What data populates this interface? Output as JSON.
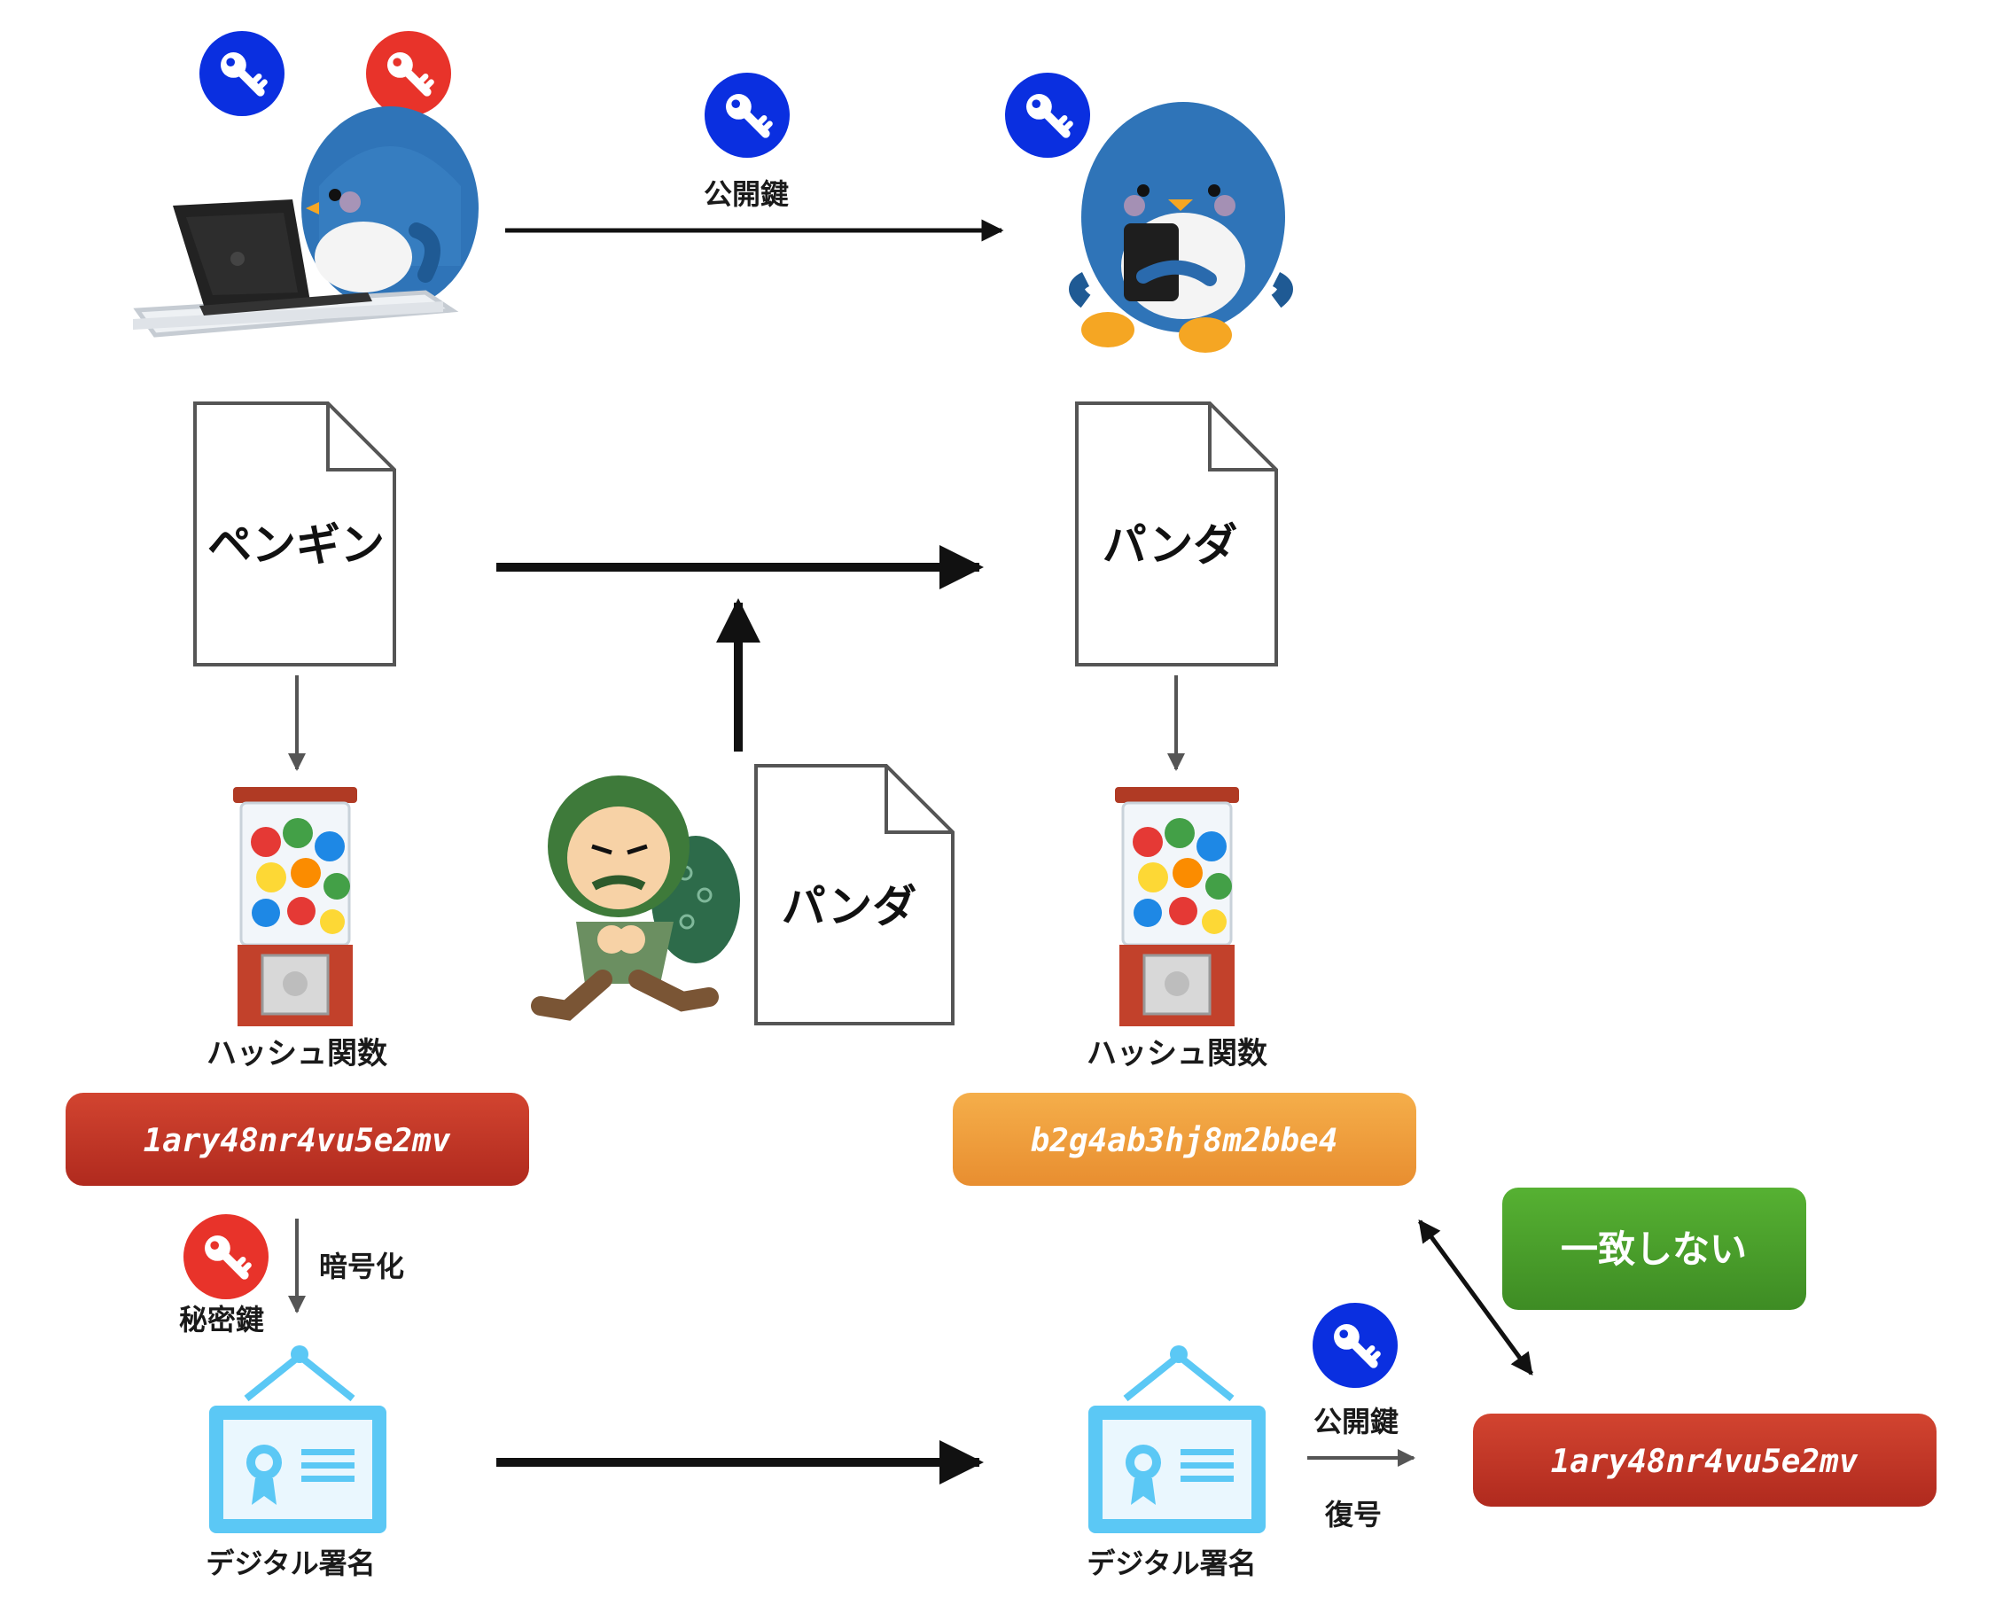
{
  "labels": {
    "public_key_top": "公開鍵",
    "hash_function_left": "ハッシュ関数",
    "hash_function_right": "ハッシュ関数",
    "encrypt": "暗号化",
    "private_key": "秘密鍵",
    "signature_left": "デジタル署名",
    "signature_right": "デジタル署名",
    "public_key_bottom": "公開鍵",
    "decrypt": "復号"
  },
  "documents": {
    "original": "ペンギン",
    "received": "パンダ",
    "forged": "パンダ"
  },
  "hashes": {
    "left": "1ary48nr4vu5e2mv",
    "right": "b2g4ab3hj8m2bbe4",
    "decrypted": "1ary48nr4vu5e2mv"
  },
  "result": {
    "label": "一致しない"
  },
  "colors": {
    "public_key": "#0a2fe0",
    "private_key": "#e8332a",
    "hash_red": "#c0392b",
    "hash_orange": "#f0a040",
    "result_green": "#4aa02c",
    "signature_blue": "#5bc8f5",
    "penguin_blue": "#2f74b8"
  }
}
